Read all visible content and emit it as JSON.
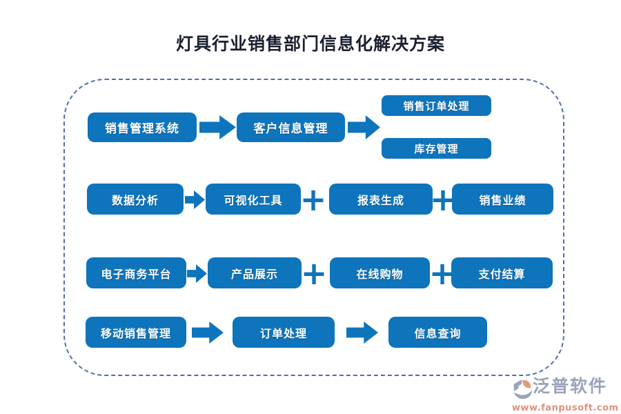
{
  "title": "灯具行业销售部门信息化解决方案",
  "colors": {
    "box_blue": "#0e74bc",
    "frame_dash_blue": "#4f6cae",
    "title_dark": "#1b2030",
    "brand_gray": "#9aa3b8",
    "brand_salmon": "#e0917c",
    "background": "#ffffff"
  },
  "icons": {
    "plus": "+",
    "arrow_right": "arrow-right"
  },
  "rows": {
    "r1": {
      "source": "销售管理系统",
      "step": "客户信息管理",
      "outputs": [
        "销售订单处理",
        "库存管理"
      ]
    },
    "r2": {
      "source": "数据分析",
      "items": [
        "可视化工具",
        "报表生成",
        "销售业绩"
      ]
    },
    "r3": {
      "source": "电子商务平台",
      "items": [
        "产品展示",
        "在线购物",
        "支付结算"
      ]
    },
    "r4": {
      "steps": [
        "移动销售管理",
        "订单处理",
        "信息查询"
      ]
    }
  },
  "footer": {
    "brand": "泛普软件",
    "url": "www.fanpusoft.com"
  }
}
